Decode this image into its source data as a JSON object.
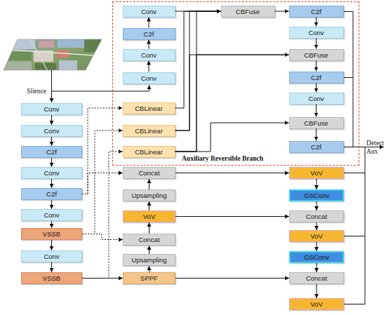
{
  "diagram": {
    "nodes": [
      {
        "text": [
          "Auxiliary Reversible Branch"
        ]
      },
      {
        "text": [
          "Conv"
        ],
        "in": 0
      },
      {
        "text": [
          "C2f"
        ],
        "in": 0
      },
      {
        "text": [
          "Conv"
        ],
        "in": 0
      },
      {
        "text": [
          "Conv"
        ],
        "in": 0
      },
      {
        "text": [
          "CBLinear"
        ],
        "in": 0
      },
      {
        "text": [
          "CBLinear"
        ],
        "in": 0
      },
      {
        "text": [
          "CBLinear"
        ],
        "in": 0
      },
      {
        "text": [
          "CBFuse"
        ],
        "in": 0
      },
      {
        "text": [
          "C2f"
        ],
        "in": 0
      },
      {
        "text": [
          "Conv"
        ],
        "in": 0
      },
      {
        "text": [
          "CBFuse"
        ],
        "in": 0
      },
      {
        "text": [
          "C2f"
        ],
        "in": 0
      },
      {
        "text": [
          "Conv"
        ],
        "in": 0
      },
      {
        "text": [
          "CBFuse"
        ],
        "in": 0
      },
      {
        "text": [
          "C2f"
        ],
        "in": 0
      },
      {
        "text": [
          "Conv"
        ]
      },
      {
        "text": [
          "Conv"
        ]
      },
      {
        "text": [
          "C2f"
        ]
      },
      {
        "text": [
          "Conv"
        ]
      },
      {
        "text": [
          "C2f"
        ]
      },
      {
        "text": [
          "Conv"
        ]
      },
      {
        "text": [
          "VSSB"
        ]
      },
      {
        "text": [
          "Conv"
        ]
      },
      {
        "text": [
          "VSSB"
        ]
      },
      {
        "text": [
          "Concat"
        ]
      },
      {
        "text": [
          "Upsampling"
        ]
      },
      {
        "text": [
          "VoV"
        ]
      },
      {
        "text": [
          "Concat"
        ]
      },
      {
        "text": [
          "Upsampling"
        ]
      },
      {
        "text": [
          "SPPF"
        ]
      },
      {
        "text": [
          "VoV"
        ]
      },
      {
        "text": [
          "GSConv"
        ]
      },
      {
        "text": [
          "Concat"
        ]
      },
      {
        "text": [
          "VoV"
        ]
      },
      {
        "text": [
          "GSConv"
        ]
      },
      {
        "text": [
          "Concat"
        ]
      },
      {
        "text": [
          "VoV"
        ]
      }
    ],
    "edges": [
      {
        "from": 16,
        "to": 17,
        "arrow": "to"
      },
      {
        "from": 17,
        "to": 18,
        "arrow": "to"
      },
      {
        "from": 18,
        "to": 19,
        "arrow": "to"
      },
      {
        "from": 19,
        "to": 20,
        "arrow": "to"
      },
      {
        "from": 20,
        "to": 21,
        "arrow": "to"
      },
      {
        "from": 21,
        "to": 22,
        "arrow": "to"
      },
      {
        "from": 22,
        "to": 23,
        "arrow": "to"
      },
      {
        "from": 23,
        "to": 24,
        "arrow": "to"
      },
      {
        "from": 24,
        "to": 30,
        "arrow": "to"
      },
      {
        "from": 30,
        "to": 29,
        "arrow": "to"
      },
      {
        "from": 29,
        "to": 28,
        "arrow": "to"
      },
      {
        "from": 28,
        "to": 27,
        "arrow": "to"
      },
      {
        "from": 27,
        "to": 26,
        "arrow": "to"
      },
      {
        "from": 26,
        "to": 25,
        "arrow": "to"
      },
      {
        "from": 25,
        "to": 31,
        "arrow": "to"
      },
      {
        "from": 27,
        "to": 33,
        "arrow": "to"
      },
      {
        "from": 30,
        "to": 36,
        "arrow": "to"
      },
      {
        "from": 31,
        "to": 32,
        "arrow": "to"
      },
      {
        "from": 32,
        "to": 33,
        "arrow": "to"
      },
      {
        "from": 33,
        "to": 34,
        "arrow": "to"
      },
      {
        "from": 34,
        "to": 35,
        "arrow": "to"
      },
      {
        "from": 35,
        "to": 36,
        "arrow": "to"
      },
      {
        "from": 36,
        "to": 37,
        "arrow": "to"
      },
      {
        "from": 4,
        "to": 3,
        "arrow": "to"
      },
      {
        "from": 3,
        "to": 2,
        "arrow": "to"
      },
      {
        "from": 2,
        "to": 1,
        "arrow": "to"
      },
      {
        "from": 1,
        "to": 8,
        "arrow": "to"
      },
      {
        "from": 8,
        "to": 9,
        "arrow": "to"
      },
      {
        "from": 9,
        "to": 10,
        "arrow": "to"
      },
      {
        "from": 10,
        "to": 11,
        "arrow": "to"
      },
      {
        "from": 11,
        "to": 12,
        "arrow": "to"
      },
      {
        "from": 12,
        "to": 13,
        "arrow": "to"
      },
      {
        "from": 13,
        "to": 14,
        "arrow": "to"
      },
      {
        "from": 14,
        "to": 15,
        "arrow": "to"
      },
      {
        "from": 5,
        "to": 8,
        "arrow": "to"
      },
      {
        "from": 6,
        "to": 8,
        "arrow": "to"
      },
      {
        "from": 7,
        "to": 8,
        "arrow": "to"
      },
      {
        "from": 6,
        "to": 11,
        "arrow": "to"
      },
      {
        "from": 7,
        "to": 11,
        "arrow": "to"
      },
      {
        "from": 7,
        "to": 14,
        "arrow": "to"
      },
      {
        "from": 20,
        "to": 5,
        "arrow": "to"
      },
      {
        "from": 20,
        "to": 25,
        "arrow": "to"
      },
      {
        "from": 22,
        "to": 6,
        "arrow": "to"
      },
      {
        "from": 22,
        "to": 28,
        "arrow": "to"
      },
      {
        "from": 24,
        "to": 7,
        "arrow": "to"
      }
    ],
    "labels": [
      "Slience",
      "Detect Aux"
    ]
  }
}
